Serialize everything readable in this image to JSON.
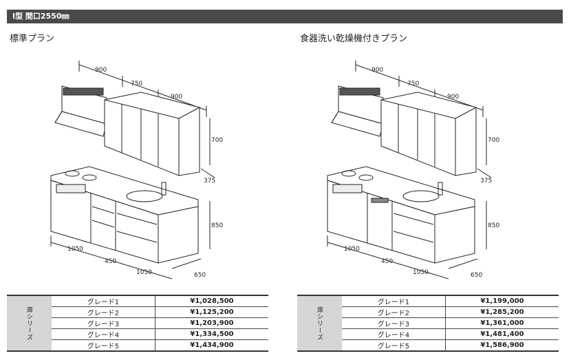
{
  "header": {
    "title": "I型 間口2550㎜"
  },
  "plans": [
    {
      "title": "標準プラン",
      "dims": {
        "w1": "900",
        "w2": "750",
        "w3": "900",
        "h_upper": "700",
        "d_upper": "375",
        "h_lower": "850",
        "b1": "1050",
        "b2": "450",
        "b3": "1050",
        "d_lower": "650"
      },
      "series_label": "扉シリーズ",
      "rows": [
        {
          "grade": "グレード1",
          "price": "¥1,028,500"
        },
        {
          "grade": "グレード2",
          "price": "¥1,125,200"
        },
        {
          "grade": "グレード3",
          "price": "¥1,203,900"
        },
        {
          "grade": "グレード4",
          "price": "¥1,334,500"
        },
        {
          "grade": "グレード5",
          "price": "¥1,434,900"
        }
      ]
    },
    {
      "title": "食器洗い乾燥機付きプラン",
      "dims": {
        "w1": "900",
        "w2": "750",
        "w3": "900",
        "h_upper": "700",
        "d_upper": "375",
        "h_lower": "850",
        "b1": "1050",
        "b2": "450",
        "b3": "1050",
        "d_lower": "650"
      },
      "series_label": "扉シリーズ",
      "rows": [
        {
          "grade": "グレード1",
          "price": "¥1,199,000"
        },
        {
          "grade": "グレード2",
          "price": "¥1,285,200"
        },
        {
          "grade": "グレード3",
          "price": "¥1,361,000"
        },
        {
          "grade": "グレード4",
          "price": "¥1,481,400"
        },
        {
          "grade": "グレード5",
          "price": "¥1,586,900"
        }
      ]
    }
  ]
}
